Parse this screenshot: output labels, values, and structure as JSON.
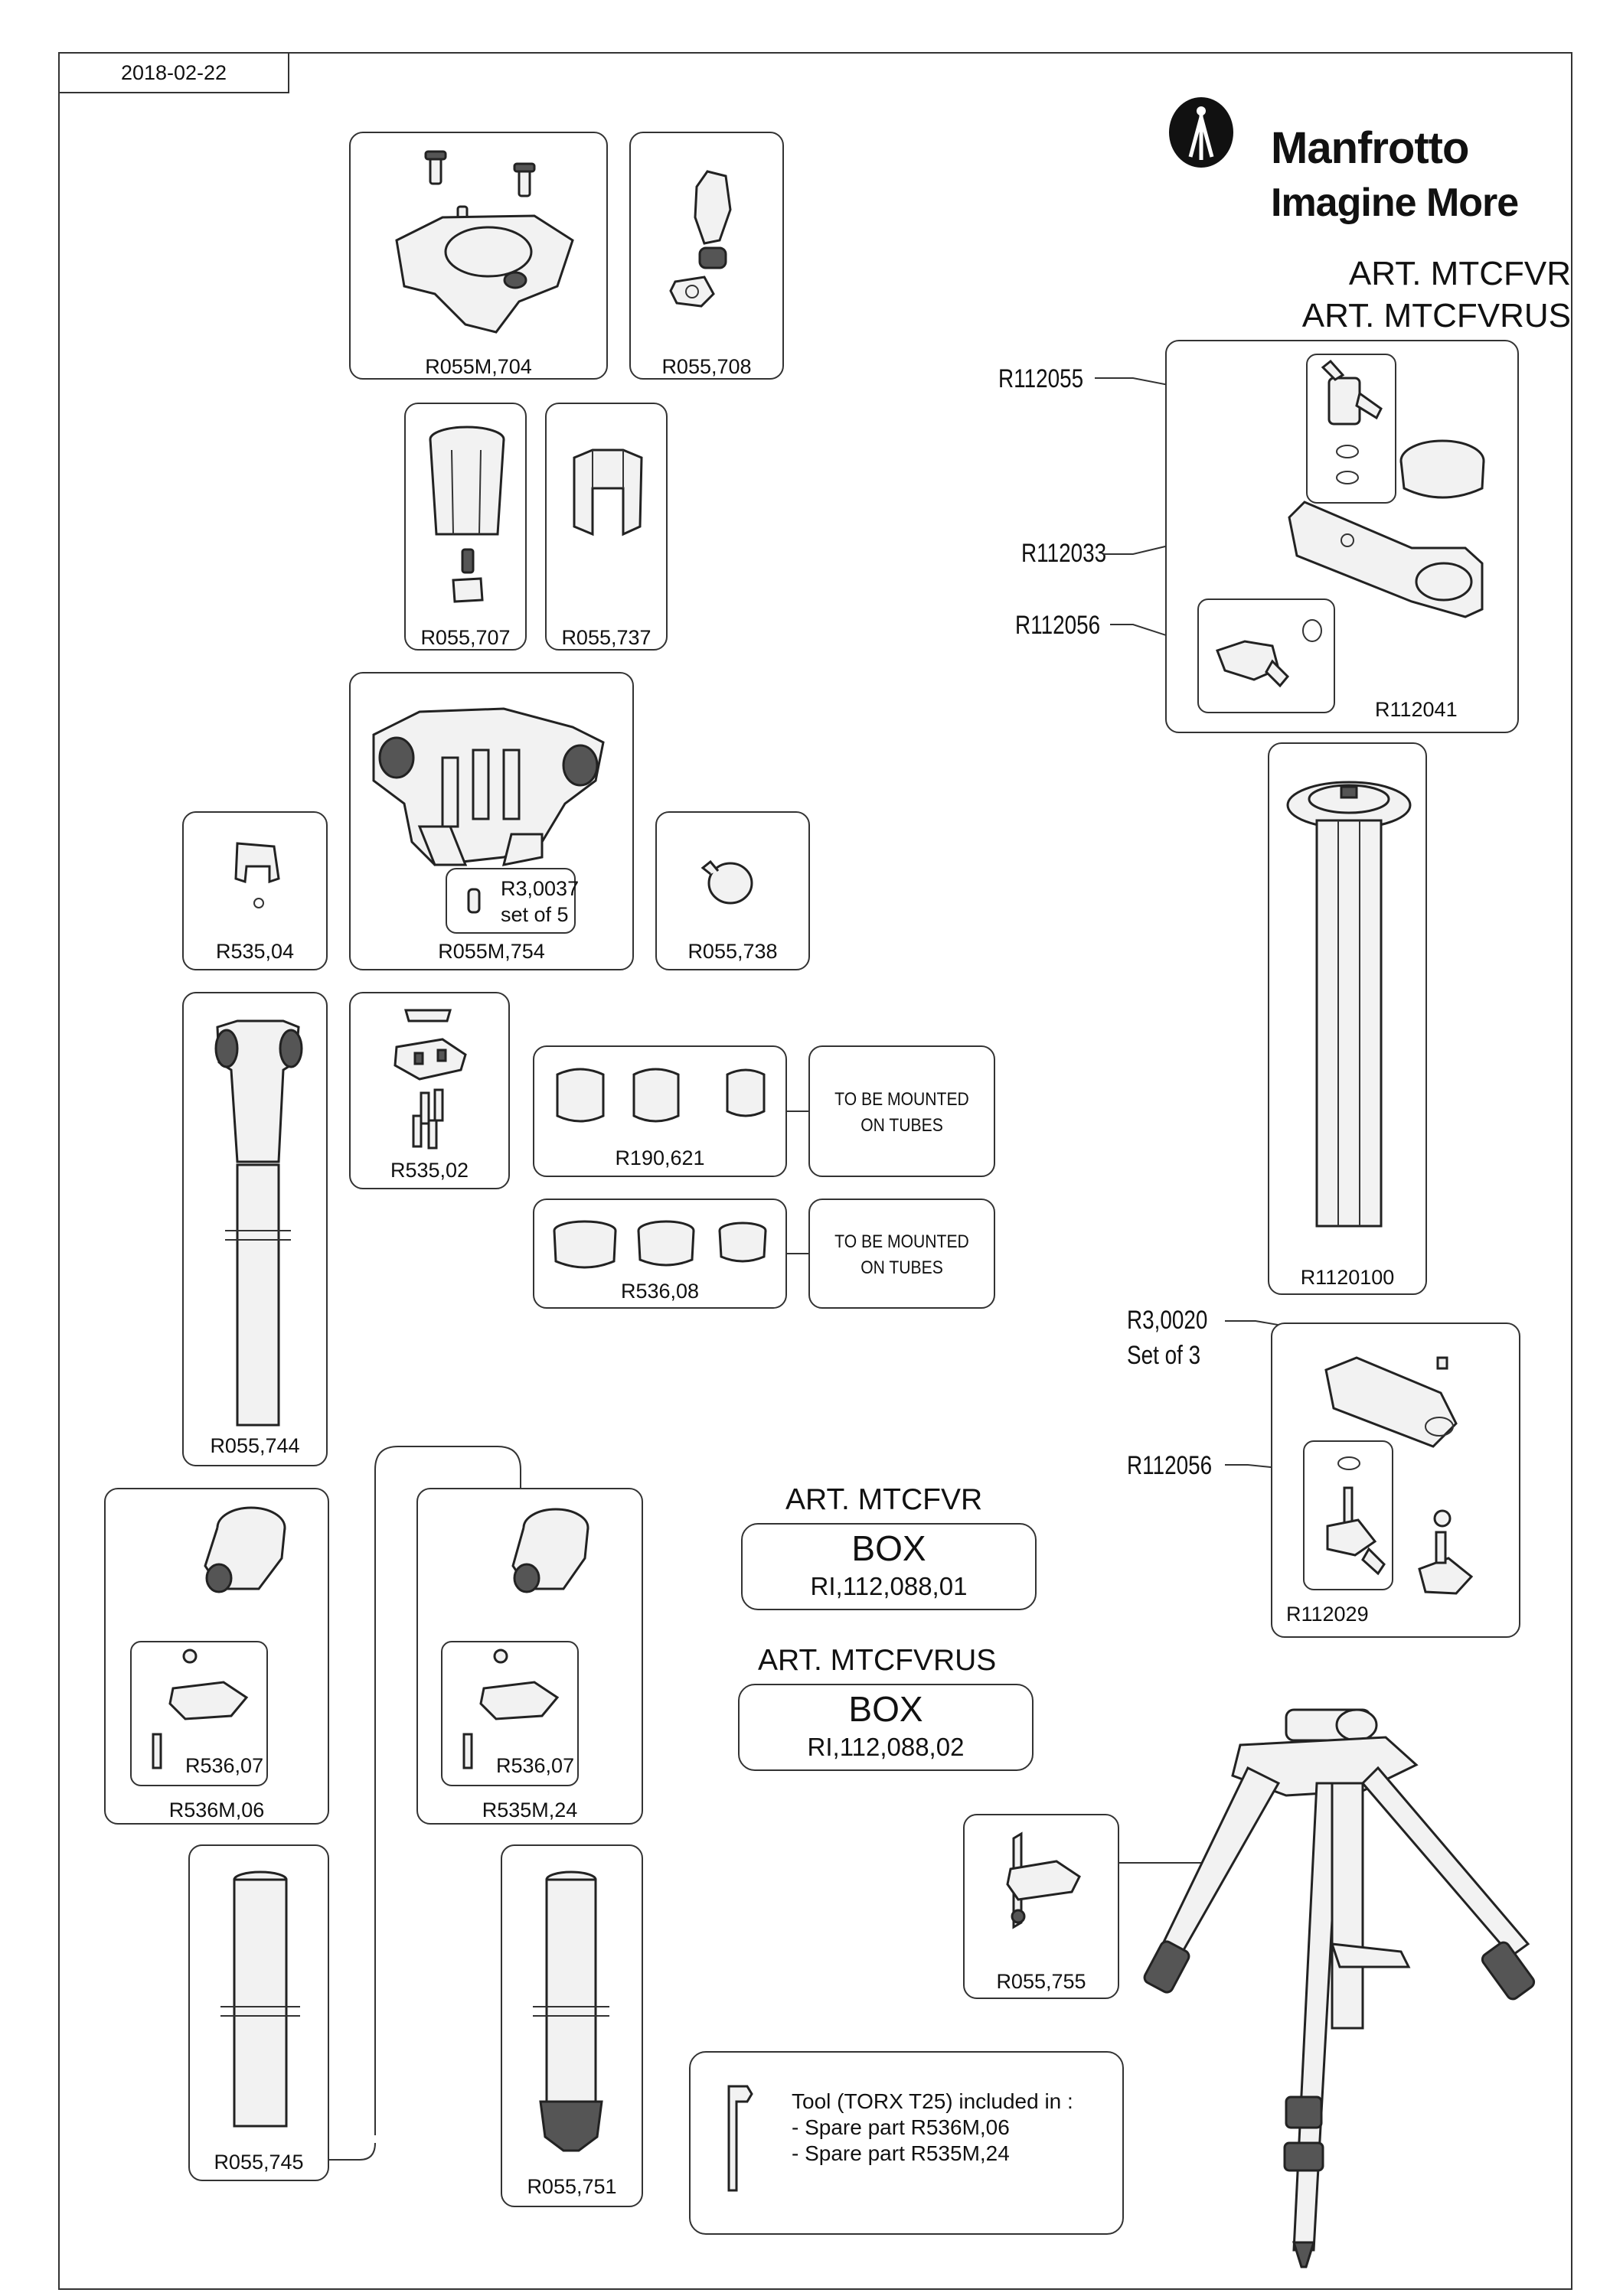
{
  "date": "2018-02-22",
  "brand": {
    "name": "Manfrotto",
    "tagline": "Imagine More"
  },
  "articles": {
    "art1": "ART. MTCFVR",
    "art2": "ART. MTCFVRUS"
  },
  "parts": {
    "r055m704": "R055M,704",
    "r055708": "R055,708",
    "r055707": "R055,707",
    "r055737": "R055,737",
    "r055m754": "R055M,754",
    "r30037_line1": "R3,0037",
    "r30037_line2": "set of 5",
    "r53504": "R535,04",
    "r055738": "R055,738",
    "r055744": "R055,744",
    "r53502": "R535,02",
    "r190621": "R190,621",
    "r53608": "R536,08",
    "mount1": "TO BE MOUNTED ON TUBES",
    "mount2": "TO BE MOUNTED ON TUBES",
    "r536m06": "R536M,06",
    "r53607a": "R536,07",
    "r535m24": "R535M,24",
    "r53607b": "R536,07",
    "r055745": "R055,745",
    "r055751": "R055,751",
    "r055755": "R055,755",
    "r112055": "R112055",
    "r112033": "R112033",
    "r112056a": "R112056",
    "r112041": "R112041",
    "r1120100": "R1120100",
    "r30020_line1": "R3,0020",
    "r30020_line2": "Set of 3",
    "r112056b": "R112056",
    "r112029": "R112029"
  },
  "boxes": {
    "mtcfvr": {
      "title": "ART. MTCFVR",
      "label": "BOX",
      "code": "RI,112,088,01"
    },
    "mtcfvrus": {
      "title": "ART. MTCFVRUS",
      "label": "BOX",
      "code": "RI,112,088,02"
    }
  },
  "tool_note": {
    "line1": "Tool (TORX T25) included in :",
    "line2": "- Spare part R536M,06",
    "line3": "- Spare part R535M,24"
  }
}
